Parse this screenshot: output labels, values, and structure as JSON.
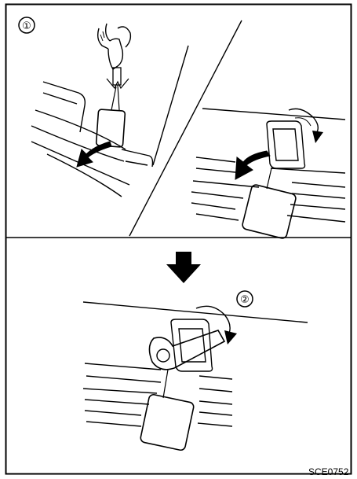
{
  "steps": [
    {
      "marker": "①"
    },
    {
      "marker": "②"
    }
  ],
  "figure_code": "SCE0752"
}
